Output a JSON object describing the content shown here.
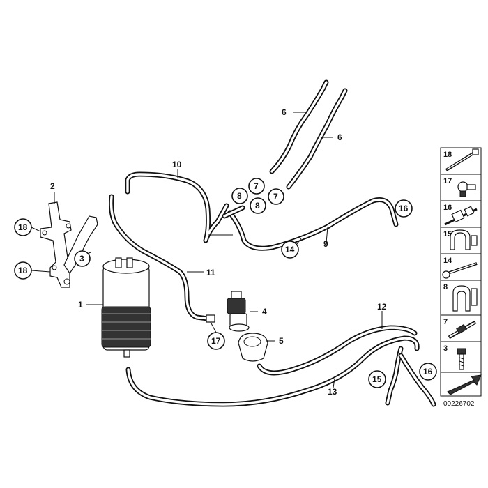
{
  "diagram": {
    "labels": {
      "l1": "1",
      "l2": "2",
      "l3": "3",
      "l4": "4",
      "l5": "5",
      "l6a": "6",
      "l6b": "6",
      "l7a": "7",
      "l7b": "7",
      "l8a": "8",
      "l8b": "8",
      "l9": "9",
      "l10": "10",
      "l11": "11",
      "l12": "12",
      "l13": "13",
      "l14": "14",
      "l15": "15",
      "l16a": "16",
      "l16b": "16",
      "l17": "17",
      "l18a": "18",
      "l18b": "18"
    },
    "legend": [
      "18",
      "17",
      "16",
      "15",
      "14",
      "8",
      "7",
      "3"
    ],
    "reference": "00226702"
  }
}
